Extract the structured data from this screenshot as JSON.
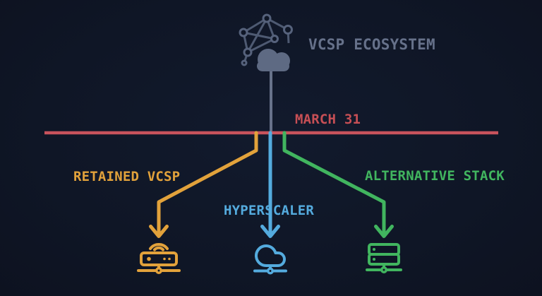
{
  "title": {
    "label": "VCSP ECOSYSTEM",
    "color": "#66718a"
  },
  "source": {
    "icon": "network-cloud-icon",
    "cloud_color": "#5e6a83",
    "graph_color": "#4e5a72",
    "node_color": "#56627c",
    "stem_color": "#68728a"
  },
  "deadline": {
    "label": "MARCH 31",
    "text_color": "#c74f55",
    "line_color": "#c8535c"
  },
  "branches": [
    {
      "id": "retained-vcsp",
      "label": "RETAINED VCSP",
      "color": "#e2a23b",
      "icon": "wifi-router-icon"
    },
    {
      "id": "hyperscaler",
      "label": "HYPERSCALER",
      "color": "#54abde",
      "icon": "cloud-network-icon"
    },
    {
      "id": "alternative-stack",
      "label": "ALTERNATIVE STACK",
      "color": "#41b55f",
      "icon": "server-rack-icon"
    }
  ]
}
